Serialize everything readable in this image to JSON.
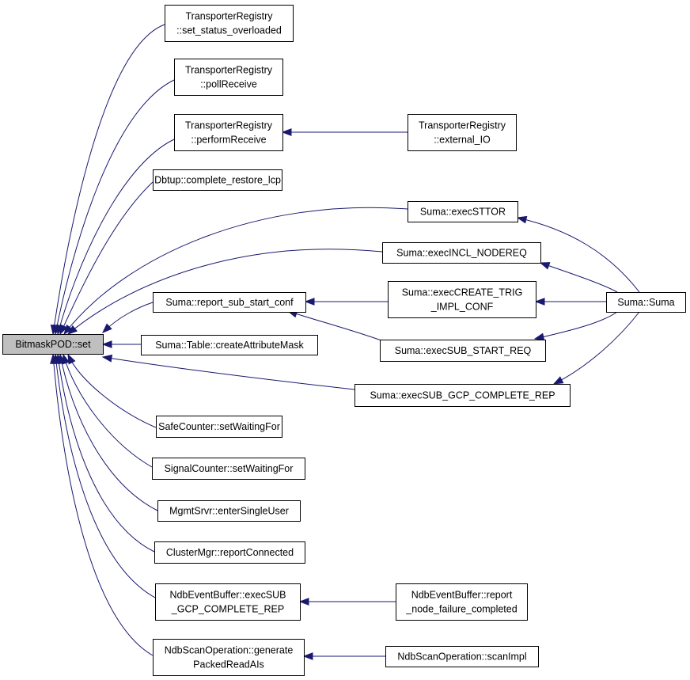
{
  "graph": {
    "nodes": {
      "root": [
        "BitmaskPOD::set"
      ],
      "tr_overloaded": [
        "TransporterRegistry",
        "::set_status_overloaded"
      ],
      "tr_pollreceive": [
        "TransporterRegistry",
        "::pollReceive"
      ],
      "tr_performreceive": [
        "TransporterRegistry",
        "::performReceive"
      ],
      "tr_external_io": [
        "TransporterRegistry",
        "::external_IO"
      ],
      "dbtup": [
        "Dbtup::complete_restore_lcp"
      ],
      "suma_execsttor": [
        "Suma::execSTTOR"
      ],
      "suma_execincl": [
        "Suma::execINCL_NODEREQ"
      ],
      "suma_report": [
        "Suma::report_sub_start_conf"
      ],
      "suma_create_trig": [
        "Suma::execCREATE_TRIG",
        "_IMPL_CONF"
      ],
      "suma_suma": [
        "Suma::Suma"
      ],
      "suma_table": [
        "Suma::Table::createAttributeMask"
      ],
      "suma_sub_start": [
        "Suma::execSUB_START_REQ"
      ],
      "suma_gcp": [
        "Suma::execSUB_GCP_COMPLETE_REP"
      ],
      "safecounter": [
        "SafeCounter::setWaitingFor"
      ],
      "signalcounter": [
        "SignalCounter::setWaitingFor"
      ],
      "mgmtsrvr": [
        "MgmtSrvr::enterSingleUser"
      ],
      "clustermgr": [
        "ClusterMgr::reportConnected"
      ],
      "ndbevent_exec": [
        "NdbEventBuffer::execSUB",
        "_GCP_COMPLETE_REP"
      ],
      "ndbevent_report": [
        "NdbEventBuffer::report",
        "_node_failure_completed"
      ],
      "ndbscan_gen": [
        "NdbScanOperation::generate",
        "PackedReadAIs"
      ],
      "ndbscan_impl": [
        "NdbScanOperation::scanImpl"
      ]
    }
  }
}
